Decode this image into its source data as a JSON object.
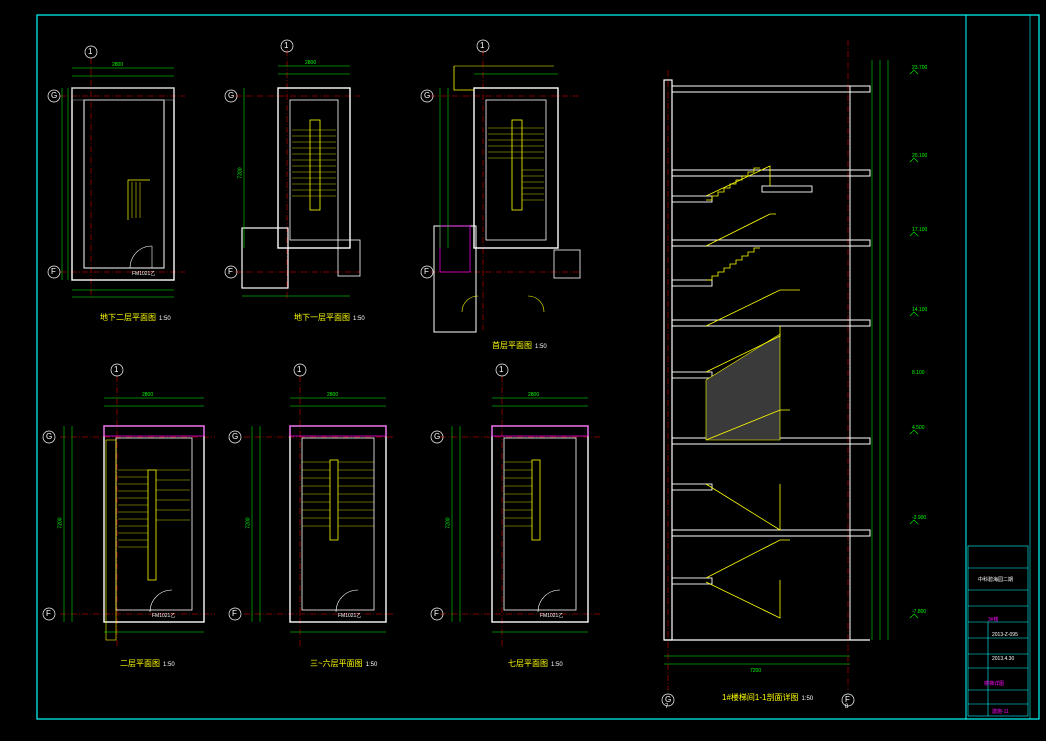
{
  "colors": {
    "background": "#000000",
    "frame": "#00ffff",
    "wall": "#ffffff",
    "stair": "#ffff00",
    "dimension": "#00ff00",
    "axis": "#ff0000",
    "annotation": "#ff00ff"
  },
  "plans": [
    {
      "title": "地下二层平面图",
      "scale": "1:50",
      "axis_top": "1",
      "axis_left_top": "G",
      "axis_left_bottom": "F"
    },
    {
      "title": "地下一层平面图",
      "scale": "1:50",
      "axis_top": "1",
      "axis_left_top": "G",
      "axis_left_bottom": "F"
    },
    {
      "title": "首层平面图",
      "scale": "1:50",
      "axis_top": "1",
      "axis_left_top": "G",
      "axis_left_bottom": "F"
    },
    {
      "title": "二层平面图",
      "scale": "1:50",
      "axis_top": "1",
      "axis_left_top": "G",
      "axis_left_bottom": "F"
    },
    {
      "title": "三~六层平面图",
      "scale": "1:50",
      "axis_top": "1",
      "axis_left_top": "G",
      "axis_left_bottom": "F"
    },
    {
      "title": "七层平面图",
      "scale": "1:50",
      "axis_top": "1",
      "axis_left_top": "G",
      "axis_left_bottom": "F"
    }
  ],
  "section": {
    "title": "1#楼梯间1-1剖面详图",
    "scale": "1:50",
    "axis_left": "G",
    "axis_right": "F",
    "axis_left_sub": "7",
    "axis_right_sub": "8",
    "overall_dim": "7200",
    "levels": [
      "23.700",
      "20.100",
      "17.100",
      "14.100",
      "8.100",
      "4.500",
      "-3.900",
      "-7.800"
    ]
  },
  "dims": {
    "width_top": "2800",
    "height": "7200",
    "door": "FM1021乙"
  },
  "title_block": {
    "project": "中科碧海园二期",
    "building": "3#楼",
    "drawing": "楼梯详图",
    "date": "2013.4.30",
    "number": "2013-Z-095",
    "sheet": "建施-11"
  }
}
